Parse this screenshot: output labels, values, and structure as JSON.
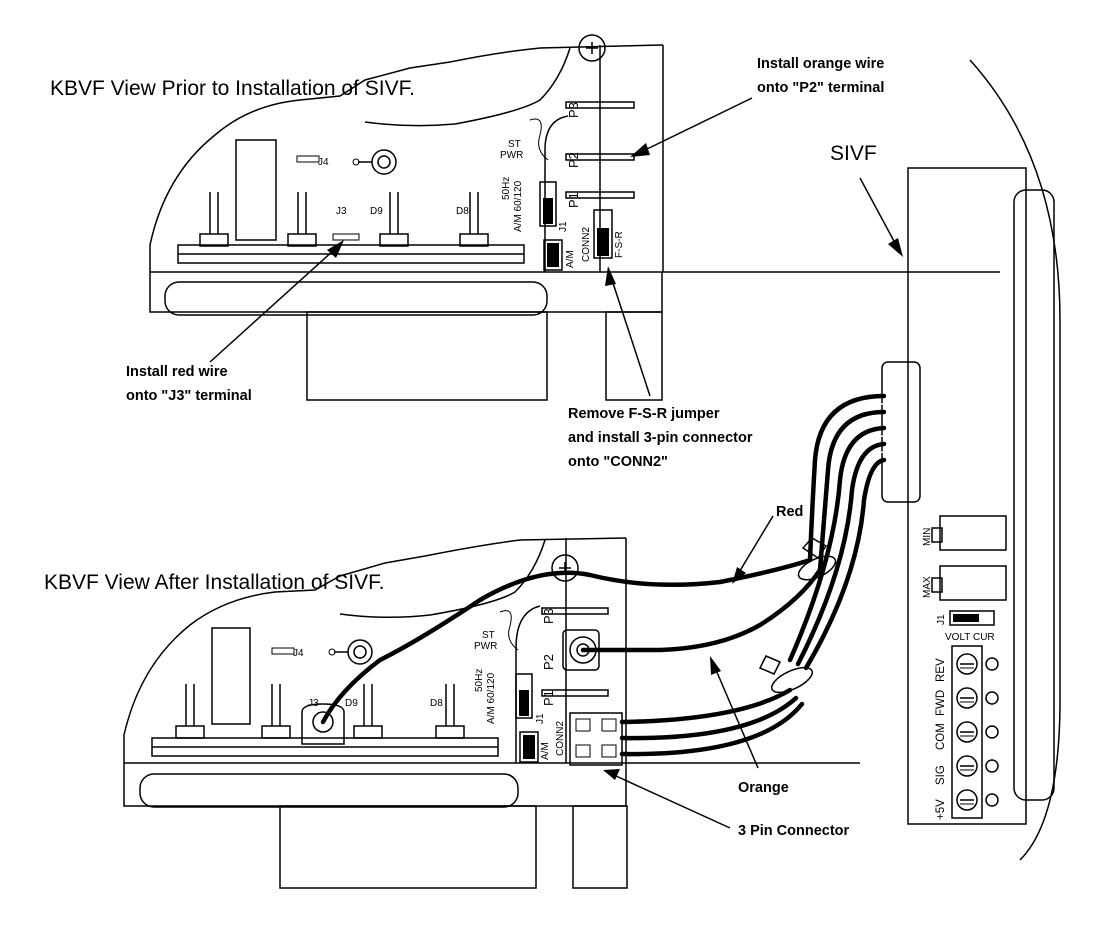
{
  "headings": {
    "before": "KBVF View Prior to Installation of SIVF.",
    "after": "KBVF View After Installation of SIVF."
  },
  "callouts": {
    "orange_wire": [
      "Install orange wire",
      "onto \"P2\" terminal"
    ],
    "red_wire": [
      "Install red wire",
      "onto \"J3\" terminal"
    ],
    "jumper": [
      "Remove F-S-R jumper",
      "and install 3-pin connector",
      "onto \"CONN2\""
    ],
    "sivf": "SIVF",
    "red": "Red",
    "orange": "Orange",
    "connector": "3 Pin Connector"
  },
  "board_labels": {
    "j4": "J4",
    "j3": "J3",
    "d9": "D9",
    "d8": "D8",
    "st": "ST",
    "pwr": "PWR",
    "freq": "50Hz",
    "am_volt": "A/M 60/120",
    "p1": "P1",
    "p2": "P2",
    "p3": "P3",
    "j1": "J1",
    "am": "A/M",
    "conn2": "CONN2",
    "fsr": "F-S-R"
  },
  "sivf_labels": {
    "min": "MIN",
    "max": "MAX",
    "j1": "J1",
    "volt_cur": "VOLT CUR",
    "terminals": [
      "+5V",
      "SIG",
      "COM",
      "FWD",
      "REV"
    ]
  },
  "colors": {
    "ink": "#000000",
    "paper": "#ffffff"
  }
}
